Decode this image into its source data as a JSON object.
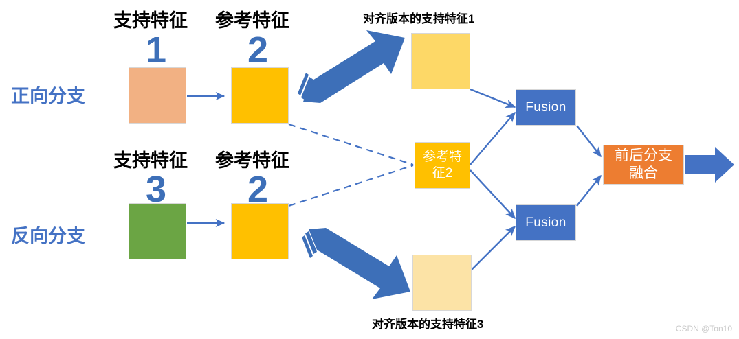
{
  "diagram": {
    "watermark": "CSDN @Ton10",
    "colors": {
      "blue_accent": "#4472C4",
      "peach": "#F2B183",
      "green": "#6BA544",
      "gold": "#FFC000",
      "yellow_light": "#FDD867",
      "yellow_lighter": "#FCE3A6",
      "orange": "#ED7D31",
      "number_blue": "#3D6FB8"
    },
    "forward_branch": {
      "branch_label": "正向分支",
      "support_header": "支持特征",
      "reference_header": "参考特征",
      "support_number": "1",
      "reference_number": "2"
    },
    "backward_branch": {
      "branch_label": "反向分支",
      "support_header": "支持特征",
      "reference_header": "参考特征",
      "support_number": "3",
      "reference_number": "2"
    },
    "aligned_top": {
      "caption": "对齐版本的支持特征1"
    },
    "aligned_bottom": {
      "caption": "对齐版本的支持特征3"
    },
    "reference_feature_box": {
      "line1": "参考特",
      "line2": "征2"
    },
    "fusion_top": {
      "label": "Fusion"
    },
    "fusion_bottom": {
      "label": "Fusion"
    },
    "merge_box": {
      "line1": "前后分支",
      "line2": "融合"
    }
  }
}
